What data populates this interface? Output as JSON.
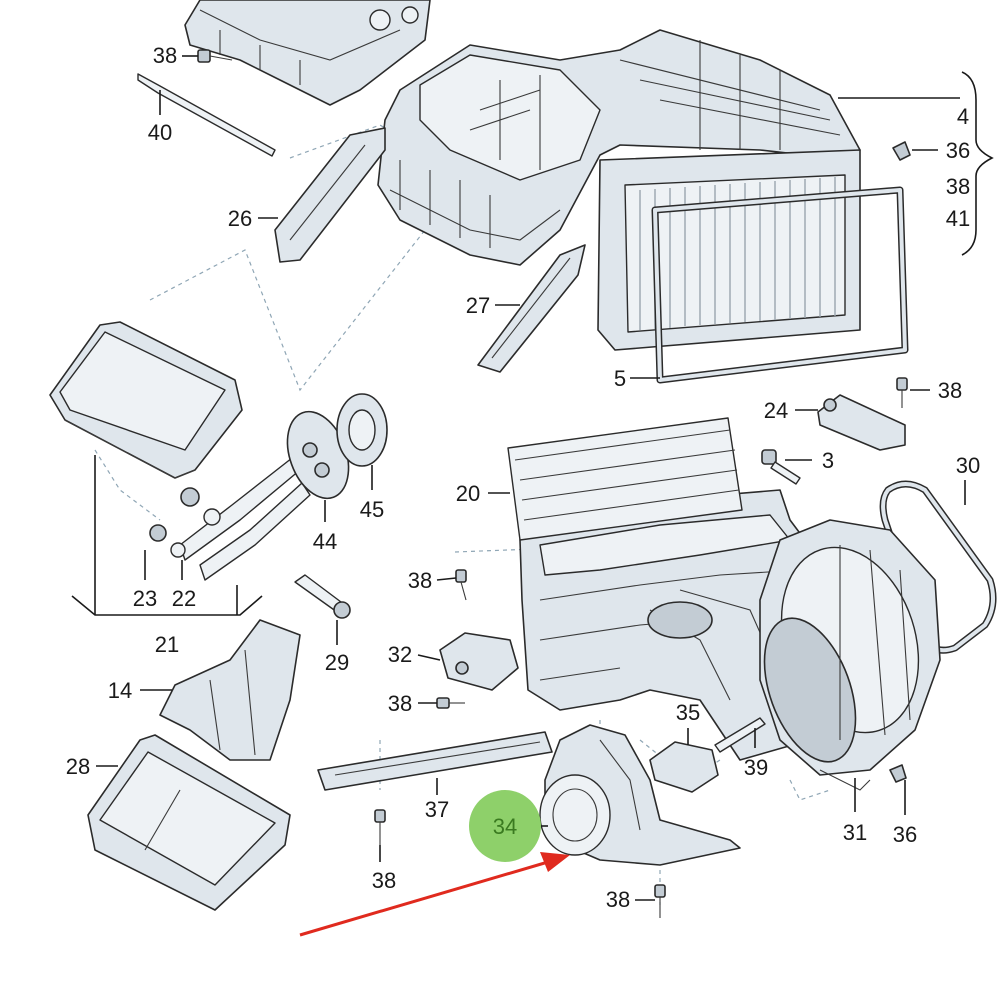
{
  "callouts": [
    {
      "id": "c-38-a",
      "text": "38"
    },
    {
      "id": "c-40",
      "text": "40"
    },
    {
      "id": "c-26",
      "text": "26"
    },
    {
      "id": "c-4",
      "text": "4"
    },
    {
      "id": "c-36-a",
      "text": "36"
    },
    {
      "id": "c-38-b",
      "text": "38"
    },
    {
      "id": "c-41",
      "text": "41"
    },
    {
      "id": "c-27",
      "text": "27"
    },
    {
      "id": "c-5",
      "text": "5"
    },
    {
      "id": "c-38-c",
      "text": "38"
    },
    {
      "id": "c-24",
      "text": "24"
    },
    {
      "id": "c-3",
      "text": "3"
    },
    {
      "id": "c-30",
      "text": "30"
    },
    {
      "id": "c-20",
      "text": "20"
    },
    {
      "id": "c-45",
      "text": "45"
    },
    {
      "id": "c-44",
      "text": "44"
    },
    {
      "id": "c-23",
      "text": "23"
    },
    {
      "id": "c-22",
      "text": "22"
    },
    {
      "id": "c-21",
      "text": "21"
    },
    {
      "id": "c-38-d",
      "text": "38"
    },
    {
      "id": "c-29",
      "text": "29"
    },
    {
      "id": "c-32",
      "text": "32"
    },
    {
      "id": "c-38-e",
      "text": "38"
    },
    {
      "id": "c-14",
      "text": "14"
    },
    {
      "id": "c-35",
      "text": "35"
    },
    {
      "id": "c-39",
      "text": "39"
    },
    {
      "id": "c-28",
      "text": "28"
    },
    {
      "id": "c-37",
      "text": "37"
    },
    {
      "id": "c-31",
      "text": "31"
    },
    {
      "id": "c-36-b",
      "text": "36"
    },
    {
      "id": "c-38-f",
      "text": "38"
    },
    {
      "id": "c-38-g",
      "text": "38"
    }
  ],
  "highlight": {
    "text": "34",
    "color": "#8ed06a",
    "text_color": "#3a7a20"
  },
  "arrow": {
    "color": "#e02a1e"
  },
  "colors": {
    "part_fill": "#dfe6ec",
    "part_stroke": "#2b2b2b",
    "guide": "#8fa6b5"
  }
}
